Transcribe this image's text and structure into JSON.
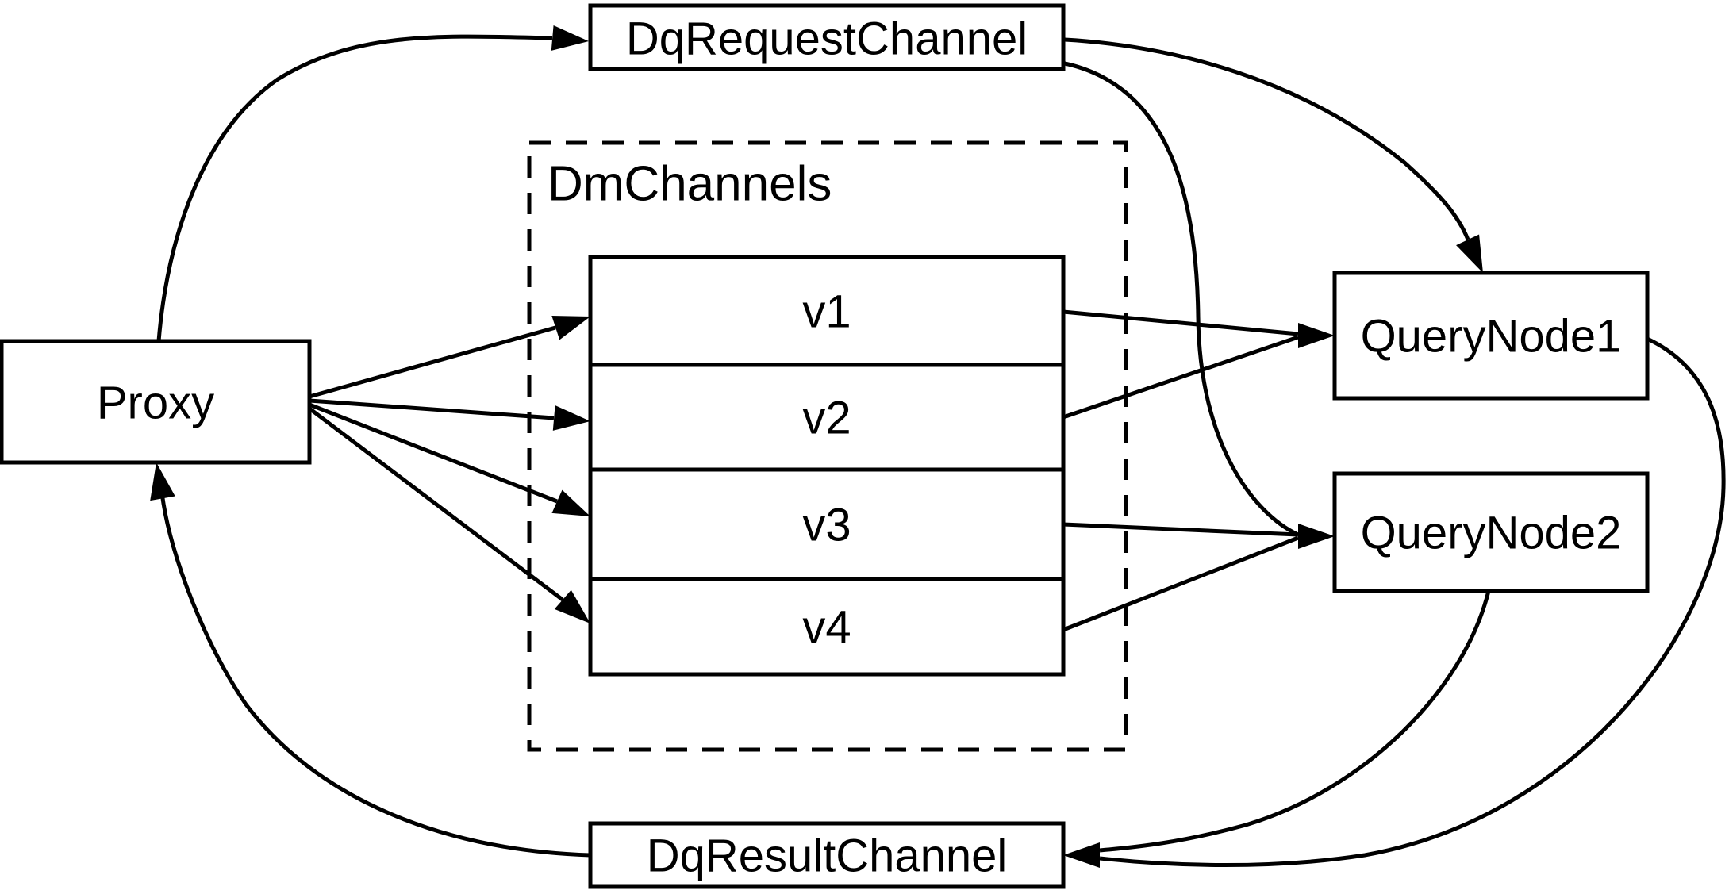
{
  "diagram": {
    "type": "flow-diagram",
    "nodes": [
      {
        "id": "proxy",
        "label": "Proxy",
        "shape": "box"
      },
      {
        "id": "dq-request-channel",
        "label": "DqRequestChannel",
        "shape": "box"
      },
      {
        "id": "dm-channels",
        "label": "DmChannels",
        "shape": "dashed-group"
      },
      {
        "id": "v1",
        "label": "v1",
        "shape": "stack-row"
      },
      {
        "id": "v2",
        "label": "v2",
        "shape": "stack-row"
      },
      {
        "id": "v3",
        "label": "v3",
        "shape": "stack-row"
      },
      {
        "id": "v4",
        "label": "v4",
        "shape": "stack-row"
      },
      {
        "id": "query-node-1",
        "label": "QueryNode1",
        "shape": "box"
      },
      {
        "id": "query-node-2",
        "label": "QueryNode2",
        "shape": "box"
      },
      {
        "id": "dq-result-channel",
        "label": "DqResultChannel",
        "shape": "box"
      }
    ],
    "edges": [
      {
        "from": "proxy",
        "to": "dq-request-channel"
      },
      {
        "from": "proxy",
        "to": "v1"
      },
      {
        "from": "proxy",
        "to": "v2"
      },
      {
        "from": "proxy",
        "to": "v3"
      },
      {
        "from": "proxy",
        "to": "v4"
      },
      {
        "from": "v1",
        "to": "query-node-1"
      },
      {
        "from": "v2",
        "to": "query-node-1"
      },
      {
        "from": "v3",
        "to": "query-node-2"
      },
      {
        "from": "v4",
        "to": "query-node-2"
      },
      {
        "from": "dq-request-channel",
        "to": "query-node-1"
      },
      {
        "from": "dq-request-channel",
        "to": "query-node-2"
      },
      {
        "from": "query-node-1",
        "to": "dq-result-channel"
      },
      {
        "from": "query-node-2",
        "to": "dq-result-channel"
      },
      {
        "from": "dq-result-channel",
        "to": "proxy"
      }
    ],
    "colors": {
      "line": "#000000",
      "box_fill": "#ffffff",
      "background": "#ffffff"
    }
  }
}
